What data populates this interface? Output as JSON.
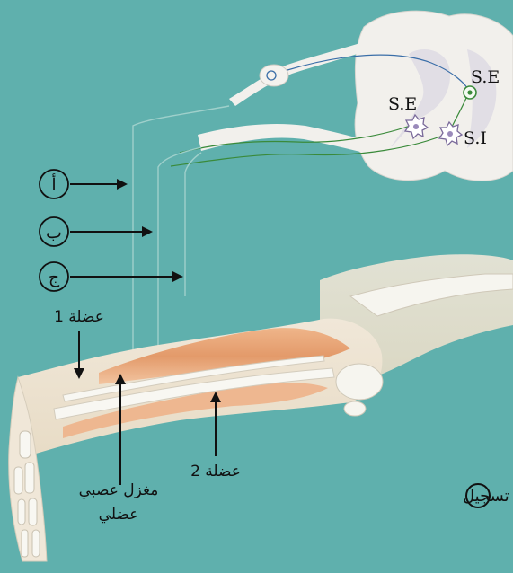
{
  "colors": {
    "background": "#5fb0ad",
    "spinal_cord": "#f3f1ee",
    "muscle": "#e6a274",
    "bone": "#eef0e8",
    "arrow": "#111111"
  },
  "spinal_cord": {
    "label_se_left": "S.E",
    "label_se_right": "S.E",
    "label_si": "S.I"
  },
  "fibers": [
    {
      "letter": "أ"
    },
    {
      "letter": "ب"
    },
    {
      "letter": "ج"
    }
  ],
  "labels": {
    "muscle1": "عضلة 1",
    "muscle2": "عضلة 2",
    "spindle_line1": "مغزل عصبي",
    "spindle_line2": "عضلي",
    "recorder": "جهاز تسجيل"
  }
}
